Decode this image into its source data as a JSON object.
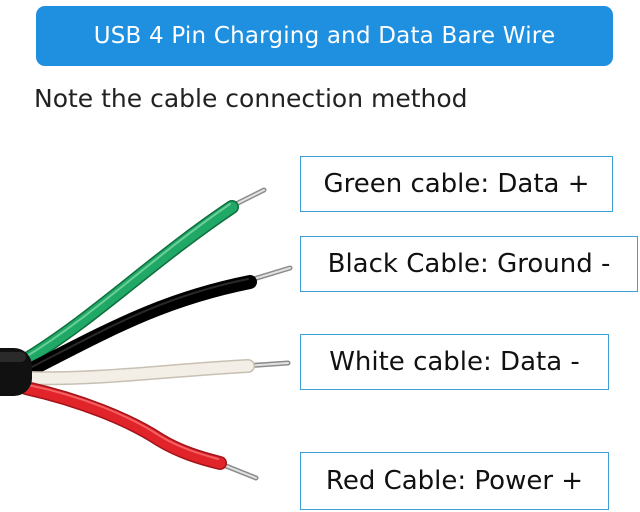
{
  "banner": {
    "title": "USB 4 Pin Charging and Data Bare Wire",
    "color": "#1f8fe0"
  },
  "note": "Note the cable connection method",
  "labels": {
    "green": "Green cable: Data +",
    "black": "Black Cable: Ground -",
    "white": "White cable: Data -",
    "red": "Red Cable: Power +"
  },
  "colors": {
    "green_wire": "#1fa866",
    "black_wire": "#141414",
    "white_wire": "#f3eee6",
    "red_wire": "#e1232a",
    "label_border": "#3f9fd8"
  },
  "icons": {
    "cable": "usb-cable-illustration"
  }
}
